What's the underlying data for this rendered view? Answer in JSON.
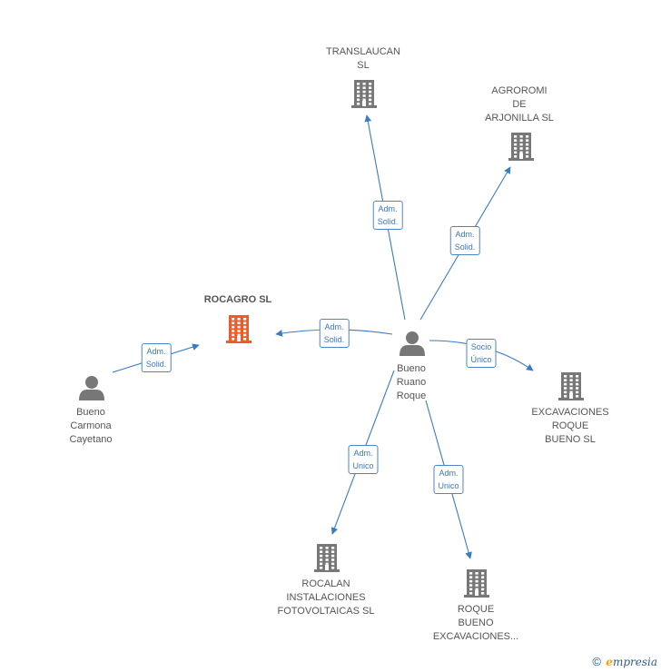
{
  "colors": {
    "edge": "#3a7bc8",
    "node": "#777777",
    "focus_node": "#f05a28",
    "label": "#555555"
  },
  "nodes": [
    {
      "id": "translaucan",
      "kind": "company",
      "label": [
        "TRANSLAUCAN",
        "SL"
      ]
    },
    {
      "id": "agroromi",
      "kind": "company",
      "label": [
        "AGROROMI",
        "DE",
        "ARJONILLA SL"
      ]
    },
    {
      "id": "rocagro",
      "kind": "company",
      "focus": true,
      "label": [
        "ROCAGRO SL"
      ]
    },
    {
      "id": "bueno-ruano",
      "kind": "person",
      "label": [
        "Bueno",
        "Ruano",
        "Roque"
      ]
    },
    {
      "id": "bueno-carmona",
      "kind": "person",
      "label": [
        "Bueno",
        "Carmona",
        "Cayetano"
      ]
    },
    {
      "id": "excavaciones-roque",
      "kind": "company",
      "label": [
        "EXCAVACIONES",
        "ROQUE",
        "BUENO SL"
      ]
    },
    {
      "id": "rocalan",
      "kind": "company",
      "label": [
        "ROCALAN",
        "INSTALACIONES",
        "FOTOVOLTAICAS SL"
      ]
    },
    {
      "id": "roque-bueno",
      "kind": "company",
      "label": [
        "ROQUE",
        "BUENO",
        "EXCAVACIONES..."
      ]
    }
  ],
  "edges": [
    {
      "from": "bueno-ruano",
      "to": "translaucan",
      "label": [
        "Adm.",
        "Solid."
      ]
    },
    {
      "from": "bueno-ruano",
      "to": "agroromi",
      "label": [
        "Adm.",
        "Solid."
      ]
    },
    {
      "from": "bueno-ruano",
      "to": "rocagro",
      "label": [
        "Adm.",
        "Solid."
      ]
    },
    {
      "from": "bueno-carmona",
      "to": "rocagro",
      "label": [
        "Adm.",
        "Solid."
      ]
    },
    {
      "from": "bueno-ruano",
      "to": "excavaciones-roque",
      "label": [
        "Socio",
        "Único"
      ]
    },
    {
      "from": "bueno-ruano",
      "to": "rocalan",
      "label": [
        "Adm.",
        "Unico"
      ]
    },
    {
      "from": "bueno-ruano",
      "to": "roque-bueno",
      "label": [
        "Adm.",
        "Unico"
      ]
    }
  ],
  "brand": {
    "copyright": "©",
    "initial": "e",
    "name": "mpresia"
  }
}
